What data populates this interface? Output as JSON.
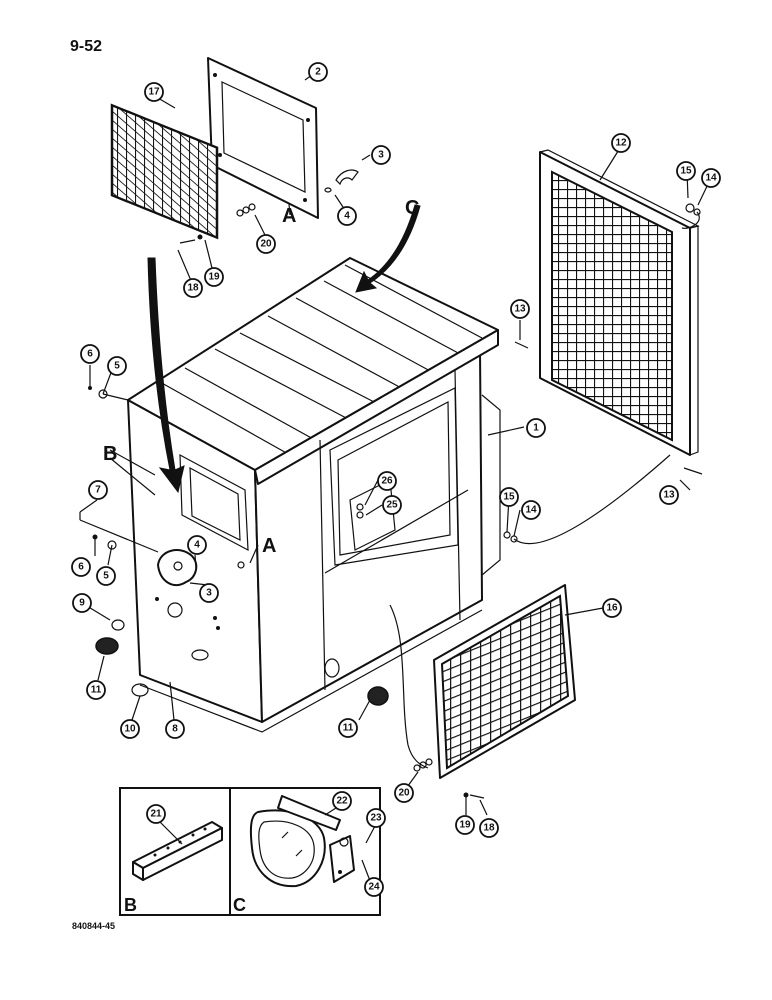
{
  "page": {
    "page_number": "9-52",
    "figure_code": "840844-45"
  },
  "view_letters": {
    "a_upper": "A",
    "a_lower": "A",
    "b_main": "B",
    "c_main": "C",
    "b_inset": "B",
    "c_inset": "C"
  },
  "callouts": {
    "c1": "1",
    "c2": "2",
    "c3a": "3",
    "c3b": "3",
    "c4a": "4",
    "c4b": "4",
    "c5a": "5",
    "c5b": "5",
    "c6a": "6",
    "c6b": "6",
    "c7": "7",
    "c8": "8",
    "c9": "9",
    "c10": "10",
    "c11a": "11",
    "c11b": "11",
    "c12": "12",
    "c13a": "13",
    "c13b": "13",
    "c14a": "14",
    "c14b": "14",
    "c15a": "15",
    "c15b": "15",
    "c16": "16",
    "c17": "17",
    "c18a": "18",
    "c18b": "18",
    "c19a": "19",
    "c19b": "19",
    "c20a": "20",
    "c20b": "20",
    "c21": "21",
    "c22": "22",
    "c23": "23",
    "c24": "24",
    "c25": "25",
    "c26": "26"
  }
}
